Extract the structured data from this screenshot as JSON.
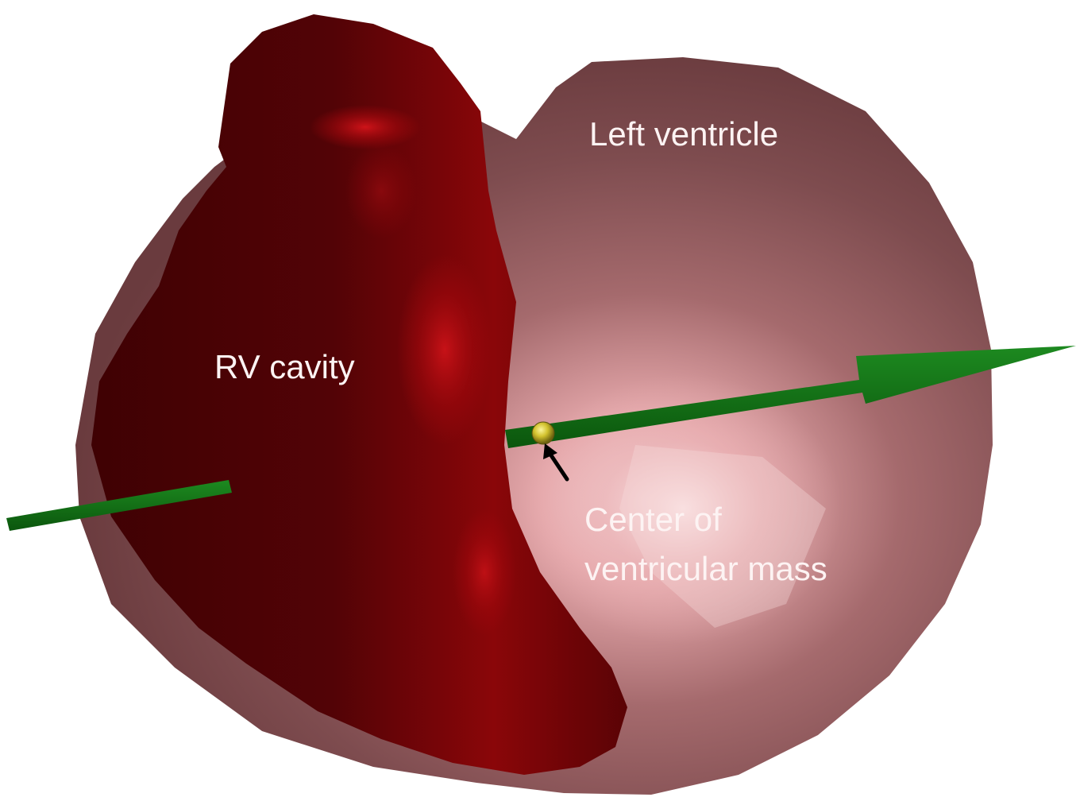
{
  "labels": {
    "left_ventricle": "Left ventricle",
    "rv_cavity": "RV cavity",
    "center_line1": "Center of",
    "center_line2": "ventricular mass"
  },
  "colors": {
    "lv_surface": "#7a4a4c",
    "lv_highlight": "#f3c4c6",
    "rv_cavity": "#4a0204",
    "rv_highlight": "#c20d12",
    "axis_arrow": "#0f6e12",
    "center_marker": "#d6c93a",
    "pointer_arrow": "#000000",
    "label_text": "#fdf3f3"
  },
  "elements": {
    "axis": "green-long-axis-arrow",
    "marker": "yellow-center-sphere",
    "pointer": "black-pointer-arrow"
  }
}
